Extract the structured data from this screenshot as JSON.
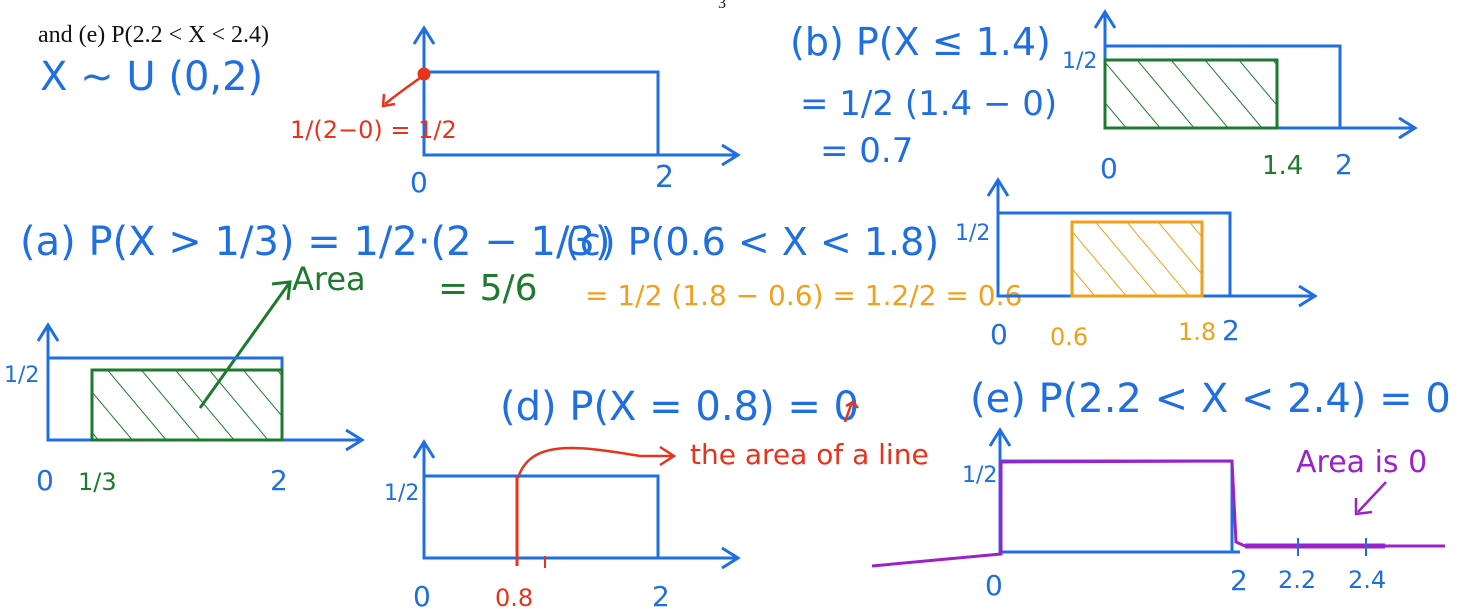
{
  "header": {
    "top_fragment": "3",
    "prompt_text": "and (e) P(2.2 < X < 2.4)"
  },
  "colors": {
    "blue": "#1f6fe0",
    "red": "#e8331c",
    "green": "#1e7a2e",
    "orange": "#f2a019",
    "purple": "#9b22c9",
    "black": "#111111"
  },
  "distribution": {
    "text": "X ~ U (0,2)",
    "height_fraction_text": "1/(2−0) = 1/2",
    "axis_zero": "0",
    "axis_two": "2"
  },
  "part_a": {
    "label": "(a) P(X > 1/3) = 1/2·(2 − 1/3)",
    "result": "= 5/6",
    "area_note": "Area",
    "axis_labels": [
      "0",
      "1/3",
      "2"
    ],
    "y_label": "1/2",
    "shaded_from": 0.3333,
    "shaded_to": 2
  },
  "part_b": {
    "label": "(b) P(X ≤ 1.4)",
    "step1": "= 1/2 (1.4 − 0)",
    "step2": "= 0.7",
    "axis_labels": [
      "0",
      "1.4",
      "2"
    ],
    "y_label": "1/2",
    "shaded_from": 0,
    "shaded_to": 1.4
  },
  "part_c": {
    "label": "(c) P(0.6 < X < 1.8)",
    "work": "= 1/2 (1.8 − 0.6) = 1.2/2 = 0.6",
    "axis_labels": [
      "0",
      "0.6",
      "1.8",
      "2"
    ],
    "y_label": "1/2",
    "shaded_from": 0.6,
    "shaded_to": 1.8
  },
  "part_d": {
    "label": "(d) P(X = 0.8) = 0",
    "note": "the area of a line",
    "axis_labels": [
      "0",
      "0.8",
      "2"
    ],
    "y_label": "1/2",
    "line_at": 0.8
  },
  "part_e": {
    "label": "(e) P(2.2 < X < 2.4) = 0",
    "note": "Area is 0",
    "axis_labels": [
      "0",
      "2",
      "2.2",
      "2.4"
    ],
    "y_label": "1/2",
    "interval_from": 2.2,
    "interval_to": 2.4
  }
}
